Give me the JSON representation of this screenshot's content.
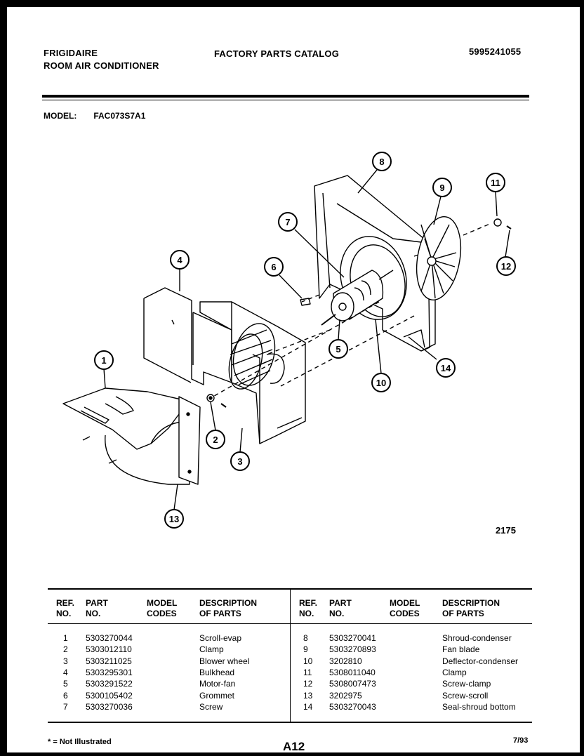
{
  "header": {
    "brand": "FRIGIDAIRE",
    "product": "ROOM AIR CONDITIONER",
    "catalog_title": "FACTORY PARTS CATALOG",
    "catalog_number": "5995241055"
  },
  "model": {
    "label": "MODEL:",
    "value": "FAC073S7A1"
  },
  "diagram": {
    "figure_number": "2175",
    "callouts": [
      "1",
      "2",
      "3",
      "4",
      "5",
      "6",
      "7",
      "8",
      "9",
      "10",
      "11",
      "12",
      "13",
      "14"
    ]
  },
  "table": {
    "headers": {
      "ref_1": "REF.",
      "ref_2": "NO.",
      "part_1": "PART",
      "part_2": "NO.",
      "model_1": "MODEL",
      "model_2": "CODES",
      "desc_1": "DESCRIPTION",
      "desc_2": "OF PARTS"
    },
    "left_rows": [
      {
        "ref": "1",
        "part": "5303270044",
        "desc": "Scroll-evap"
      },
      {
        "ref": "2",
        "part": "5303012110",
        "desc": "Clamp"
      },
      {
        "ref": "3",
        "part": "5303211025",
        "desc": "Blower wheel"
      },
      {
        "ref": "4",
        "part": "5303295301",
        "desc": "Bulkhead"
      },
      {
        "ref": "5",
        "part": "5303291522",
        "desc": "Motor-fan"
      },
      {
        "ref": "6",
        "part": "5300105402",
        "desc": "Grommet"
      },
      {
        "ref": "7",
        "part": "5303270036",
        "desc": "Screw"
      }
    ],
    "right_rows": [
      {
        "ref": "8",
        "part": "5303270041",
        "desc": "Shroud-condenser"
      },
      {
        "ref": "9",
        "part": "5303270893",
        "desc": "Fan blade"
      },
      {
        "ref": "10",
        "part": "3202810",
        "desc": "Deflector-condenser"
      },
      {
        "ref": "11",
        "part": "5308011040",
        "desc": "Clamp"
      },
      {
        "ref": "12",
        "part": "5308007473",
        "desc": "Screw-clamp"
      },
      {
        "ref": "13",
        "part": "3202975",
        "desc": "Screw-scroll"
      },
      {
        "ref": "14",
        "part": "5303270043",
        "desc": "Seal-shroud bottom"
      }
    ]
  },
  "footer": {
    "note": "* = Not Illustrated",
    "page": "A12",
    "date": "7/93"
  }
}
